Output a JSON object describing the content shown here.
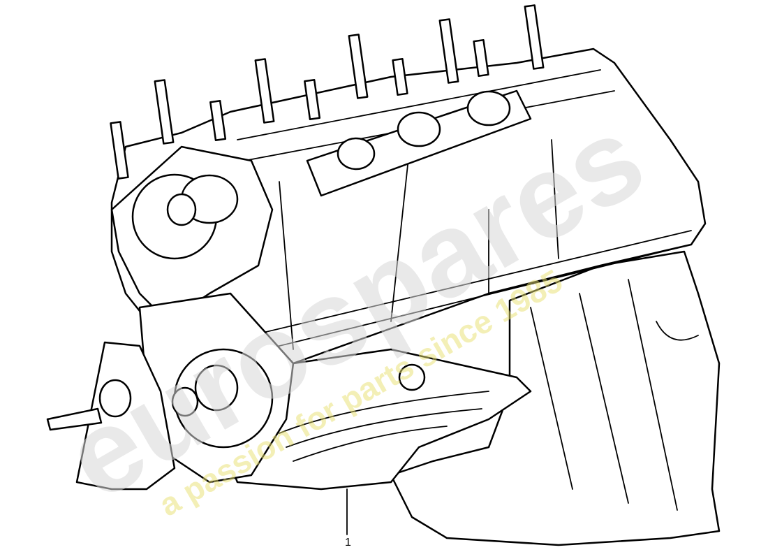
{
  "diagram": {
    "subject": "engine-short-block",
    "callouts": [
      {
        "label": "1"
      }
    ]
  },
  "watermark": {
    "logo_text": "eurospares",
    "tagline": "a passion for parts since 1985",
    "tagline_color": "#e8e070"
  }
}
